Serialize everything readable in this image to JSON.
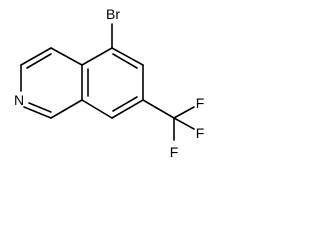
{
  "molecule": {
    "atoms": {
      "br": "Br",
      "n": "N",
      "f_top": "F",
      "f_right": "F",
      "f_bottom": "F"
    }
  }
}
